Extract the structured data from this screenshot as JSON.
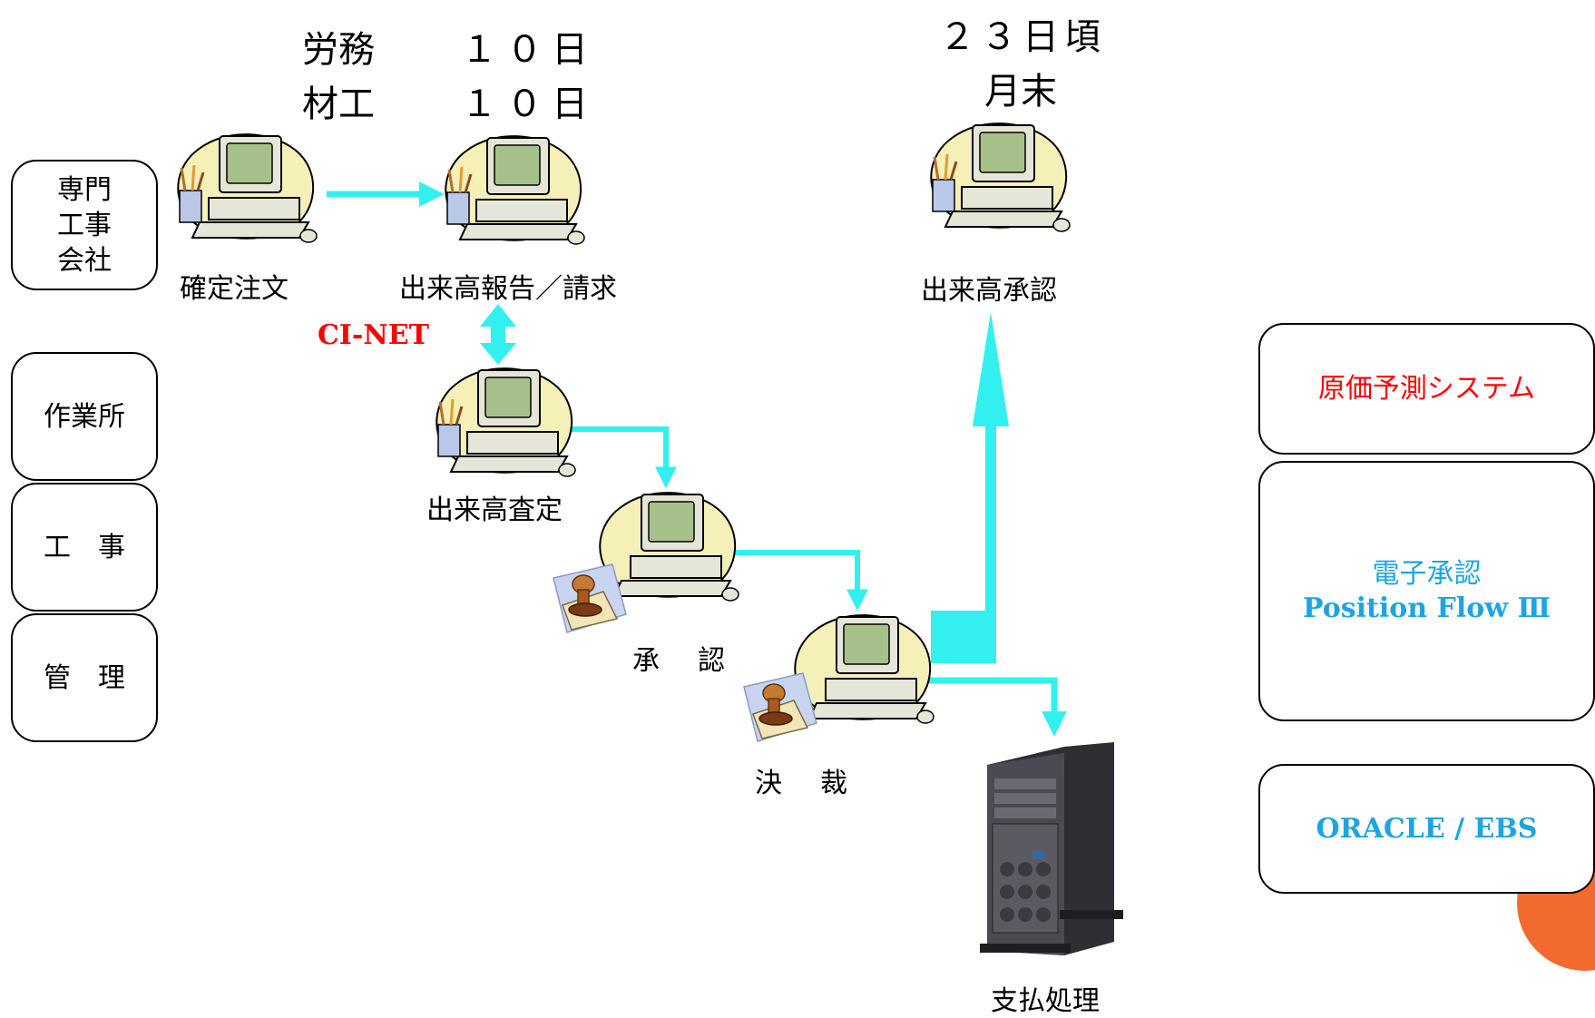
{
  "header": {
    "labor_label": "労務",
    "labor_value": "１０日",
    "material_label": "材工",
    "material_value": "１０日",
    "date_line1": "２３日頃",
    "date_line2": "月末"
  },
  "left_boxes": [
    "専門\n工事\n会社",
    "作業所",
    "工　事",
    "管　理"
  ],
  "right_boxes": {
    "cost_system": "原価予測システム",
    "approval_title": "電子承認",
    "approval_product": "Position Flow Ⅲ",
    "erp": "ORACLE / EBS"
  },
  "nodes": {
    "order": "確定注文",
    "report": "出来高報告／請求",
    "assessment": "出来高査定",
    "approve": "承　認",
    "decision": "決　裁",
    "final_approval": "出来高承認",
    "payment": "支払処理"
  },
  "network_label": "CI-NET",
  "colors": {
    "arrow": "#33f0f0",
    "network_label": "#ff0000",
    "cost_system": "#ff0000",
    "approval": "#1ca5e0",
    "erp": "#1ca5e0",
    "accent_circle": "#f26a2e"
  },
  "icons": [
    "computer-icon",
    "stamp-icon",
    "server-icon"
  ]
}
